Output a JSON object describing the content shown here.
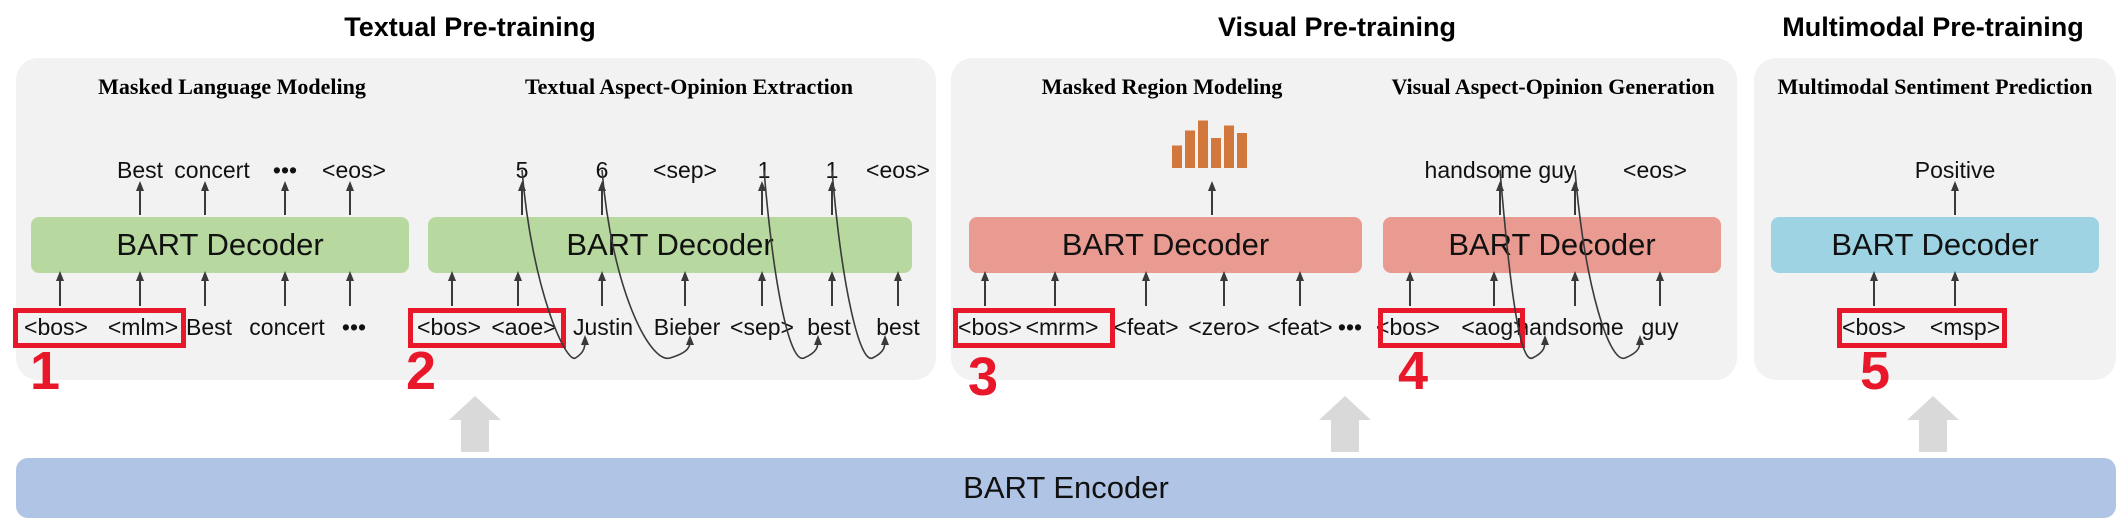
{
  "sections": {
    "textual": "Textual Pre-training",
    "visual": "Visual Pre-training",
    "multimodal": "Multimodal Pre-training"
  },
  "tasks": {
    "mlm": "Masked Language Modeling",
    "taoe": "Textual Aspect-Opinion Extraction",
    "mrm": "Masked Region Modeling",
    "vaog": "Visual Aspect-Opinion Generation",
    "msp": "Multimodal Sentiment Prediction"
  },
  "decoder_label": "BART Decoder",
  "encoder_label": "BART Encoder",
  "mlm": {
    "outputs": [
      "Best",
      "concert",
      "•••",
      "<eos>"
    ],
    "inputs": [
      "<bos>",
      "<mlm>",
      "Best",
      "concert",
      "•••"
    ]
  },
  "taoe": {
    "outputs": [
      "5",
      "6",
      "<sep>",
      "1",
      "1",
      "<eos>"
    ],
    "inputs": [
      "<bos>",
      "<aoe>",
      "Justin",
      "Bieber",
      "<sep>",
      "best",
      "best"
    ]
  },
  "mrm": {
    "inputs": [
      "<bos>",
      "<mrm>",
      "<feat>",
      "<zero>",
      "<feat>",
      "•••"
    ],
    "histogram": [
      0.45,
      0.75,
      0.95,
      0.6,
      0.85,
      0.7
    ]
  },
  "vaog": {
    "outputs": [
      "handsome guy",
      "<eos>"
    ],
    "inputs": [
      "<bos>",
      "<aog>",
      "handsome",
      "guy"
    ]
  },
  "msp": {
    "outputs": [
      "Positive"
    ],
    "inputs": [
      "<bos>",
      "<msp>"
    ]
  },
  "markers": [
    "1",
    "2",
    "3",
    "4",
    "5"
  ],
  "colors": {
    "panel": "#f2f2f2",
    "decoder_textual": "#b7d9a0",
    "decoder_visual": "#ea9b91",
    "decoder_multimodal": "#9ed3e4",
    "encoder": "#b0c4e6",
    "highlight": "#e8182a",
    "histogram": "#d2783c"
  }
}
